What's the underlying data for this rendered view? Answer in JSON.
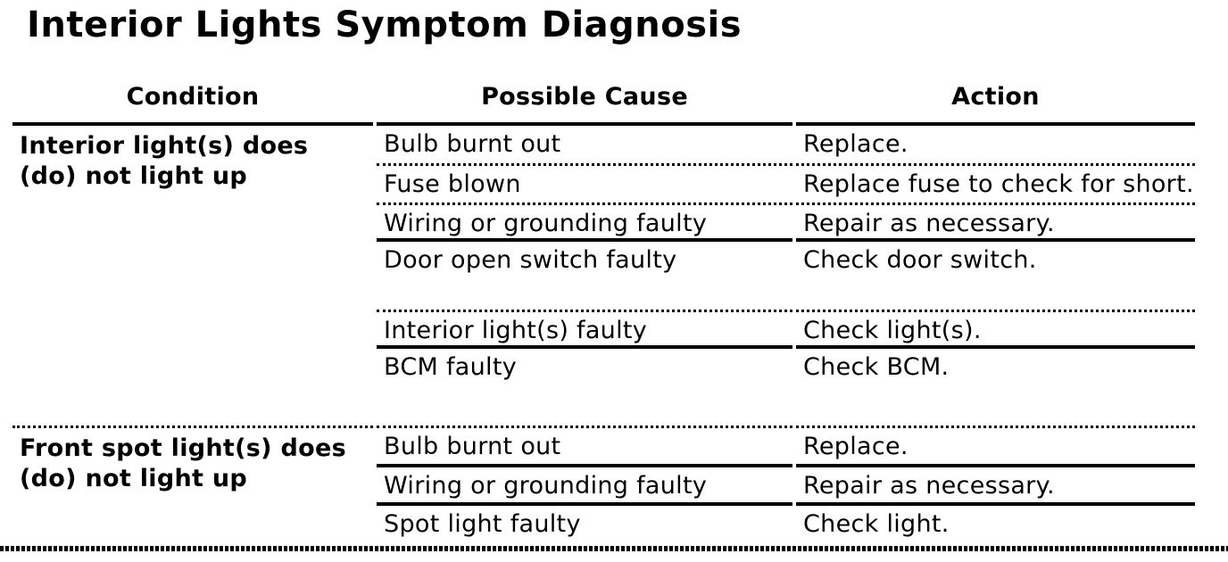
{
  "page": {
    "title": "Interior Lights Symptom Diagnosis"
  },
  "table": {
    "headers": [
      "Condition",
      "Possible Cause",
      "Action"
    ],
    "sections": [
      {
        "condition_lines": [
          "Interior light(s) does",
          "(do) not light up"
        ],
        "rows": [
          {
            "cause": "Bulb burnt out",
            "action": "Replace."
          },
          {
            "cause": "Fuse blown",
            "action": "Replace fuse to check for short."
          },
          {
            "cause": "Wiring or grounding faulty",
            "action": "Repair as necessary."
          },
          {
            "cause": "Door open switch faulty",
            "action": "Check door switch."
          },
          {
            "cause": "Interior light(s) faulty",
            "action": "Check light(s)."
          },
          {
            "cause": "BCM faulty",
            "action": "Check BCM."
          }
        ]
      },
      {
        "condition_lines": [
          "Front spot light(s) does",
          "(do) not light up"
        ],
        "rows": [
          {
            "cause": "Bulb burnt out",
            "action": "Replace."
          },
          {
            "cause": "Wiring or grounding faulty",
            "action": "Repair as necessary."
          },
          {
            "cause": "Spot light faulty",
            "action": "Check light."
          }
        ]
      }
    ]
  }
}
